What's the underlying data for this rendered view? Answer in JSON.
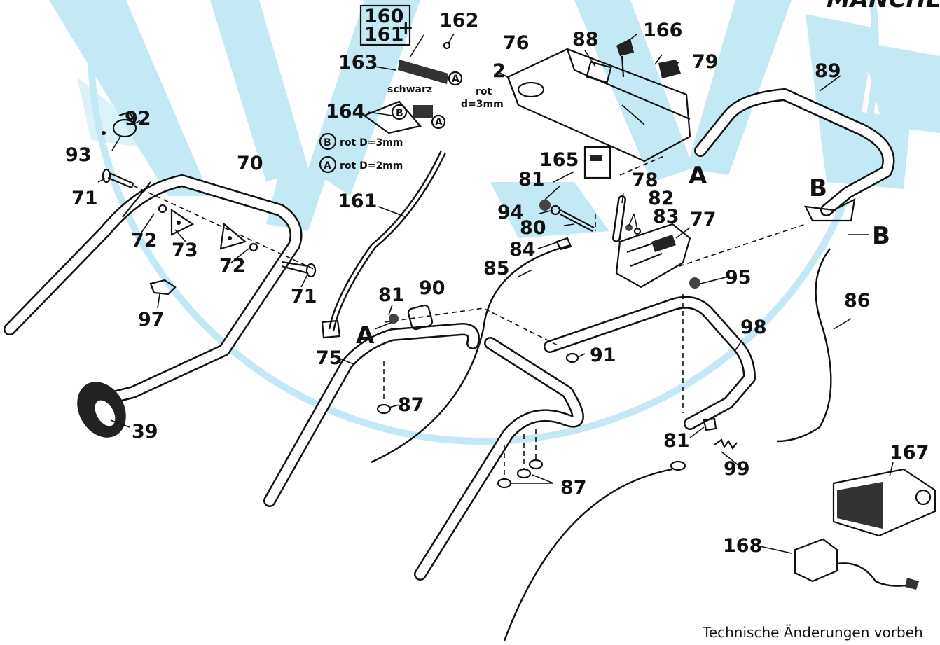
{
  "header": {
    "title": "MANCHE"
  },
  "footer": {
    "note": "Technische Änderungen vorbeh"
  },
  "labels": {
    "p2": "2",
    "p39": "39",
    "p70": "70",
    "p71a": "71",
    "p71b": "71",
    "p72a": "72",
    "p72b": "72",
    "p73": "73",
    "p75": "75",
    "p76": "76",
    "p77": "77",
    "p78": "78",
    "p79": "79",
    "p80": "80",
    "p81a": "81",
    "p81b": "81",
    "p81c": "81",
    "p82": "82",
    "p83": "83",
    "p84": "84",
    "p85": "85",
    "p86": "86",
    "p87a": "87",
    "p87b": "87",
    "p88": "88",
    "p89": "89",
    "p90": "90",
    "p91": "91",
    "p92": "92",
    "p93": "93",
    "p94": "94",
    "p95": "95",
    "p97": "97",
    "p98": "98",
    "p99": "99",
    "p160": "160",
    "p161box": "161",
    "p161": "161",
    "p162": "162",
    "p163": "163",
    "p164": "164",
    "p165": "165",
    "p166": "166",
    "p167": "167",
    "p168": "168",
    "letterA1": "A",
    "letterA2": "A",
    "letterB1": "B",
    "letterB2": "B"
  },
  "wire_notes": {
    "schwarz": "schwarz",
    "rot_a": "rot",
    "d3": "d=3mm",
    "circleA": "A",
    "circleB": "B",
    "legendB": "rot D=3mm",
    "legendA": "rot D=2mm"
  },
  "colors": {
    "watermark": "#bfe8f4",
    "ink": "#111111"
  }
}
